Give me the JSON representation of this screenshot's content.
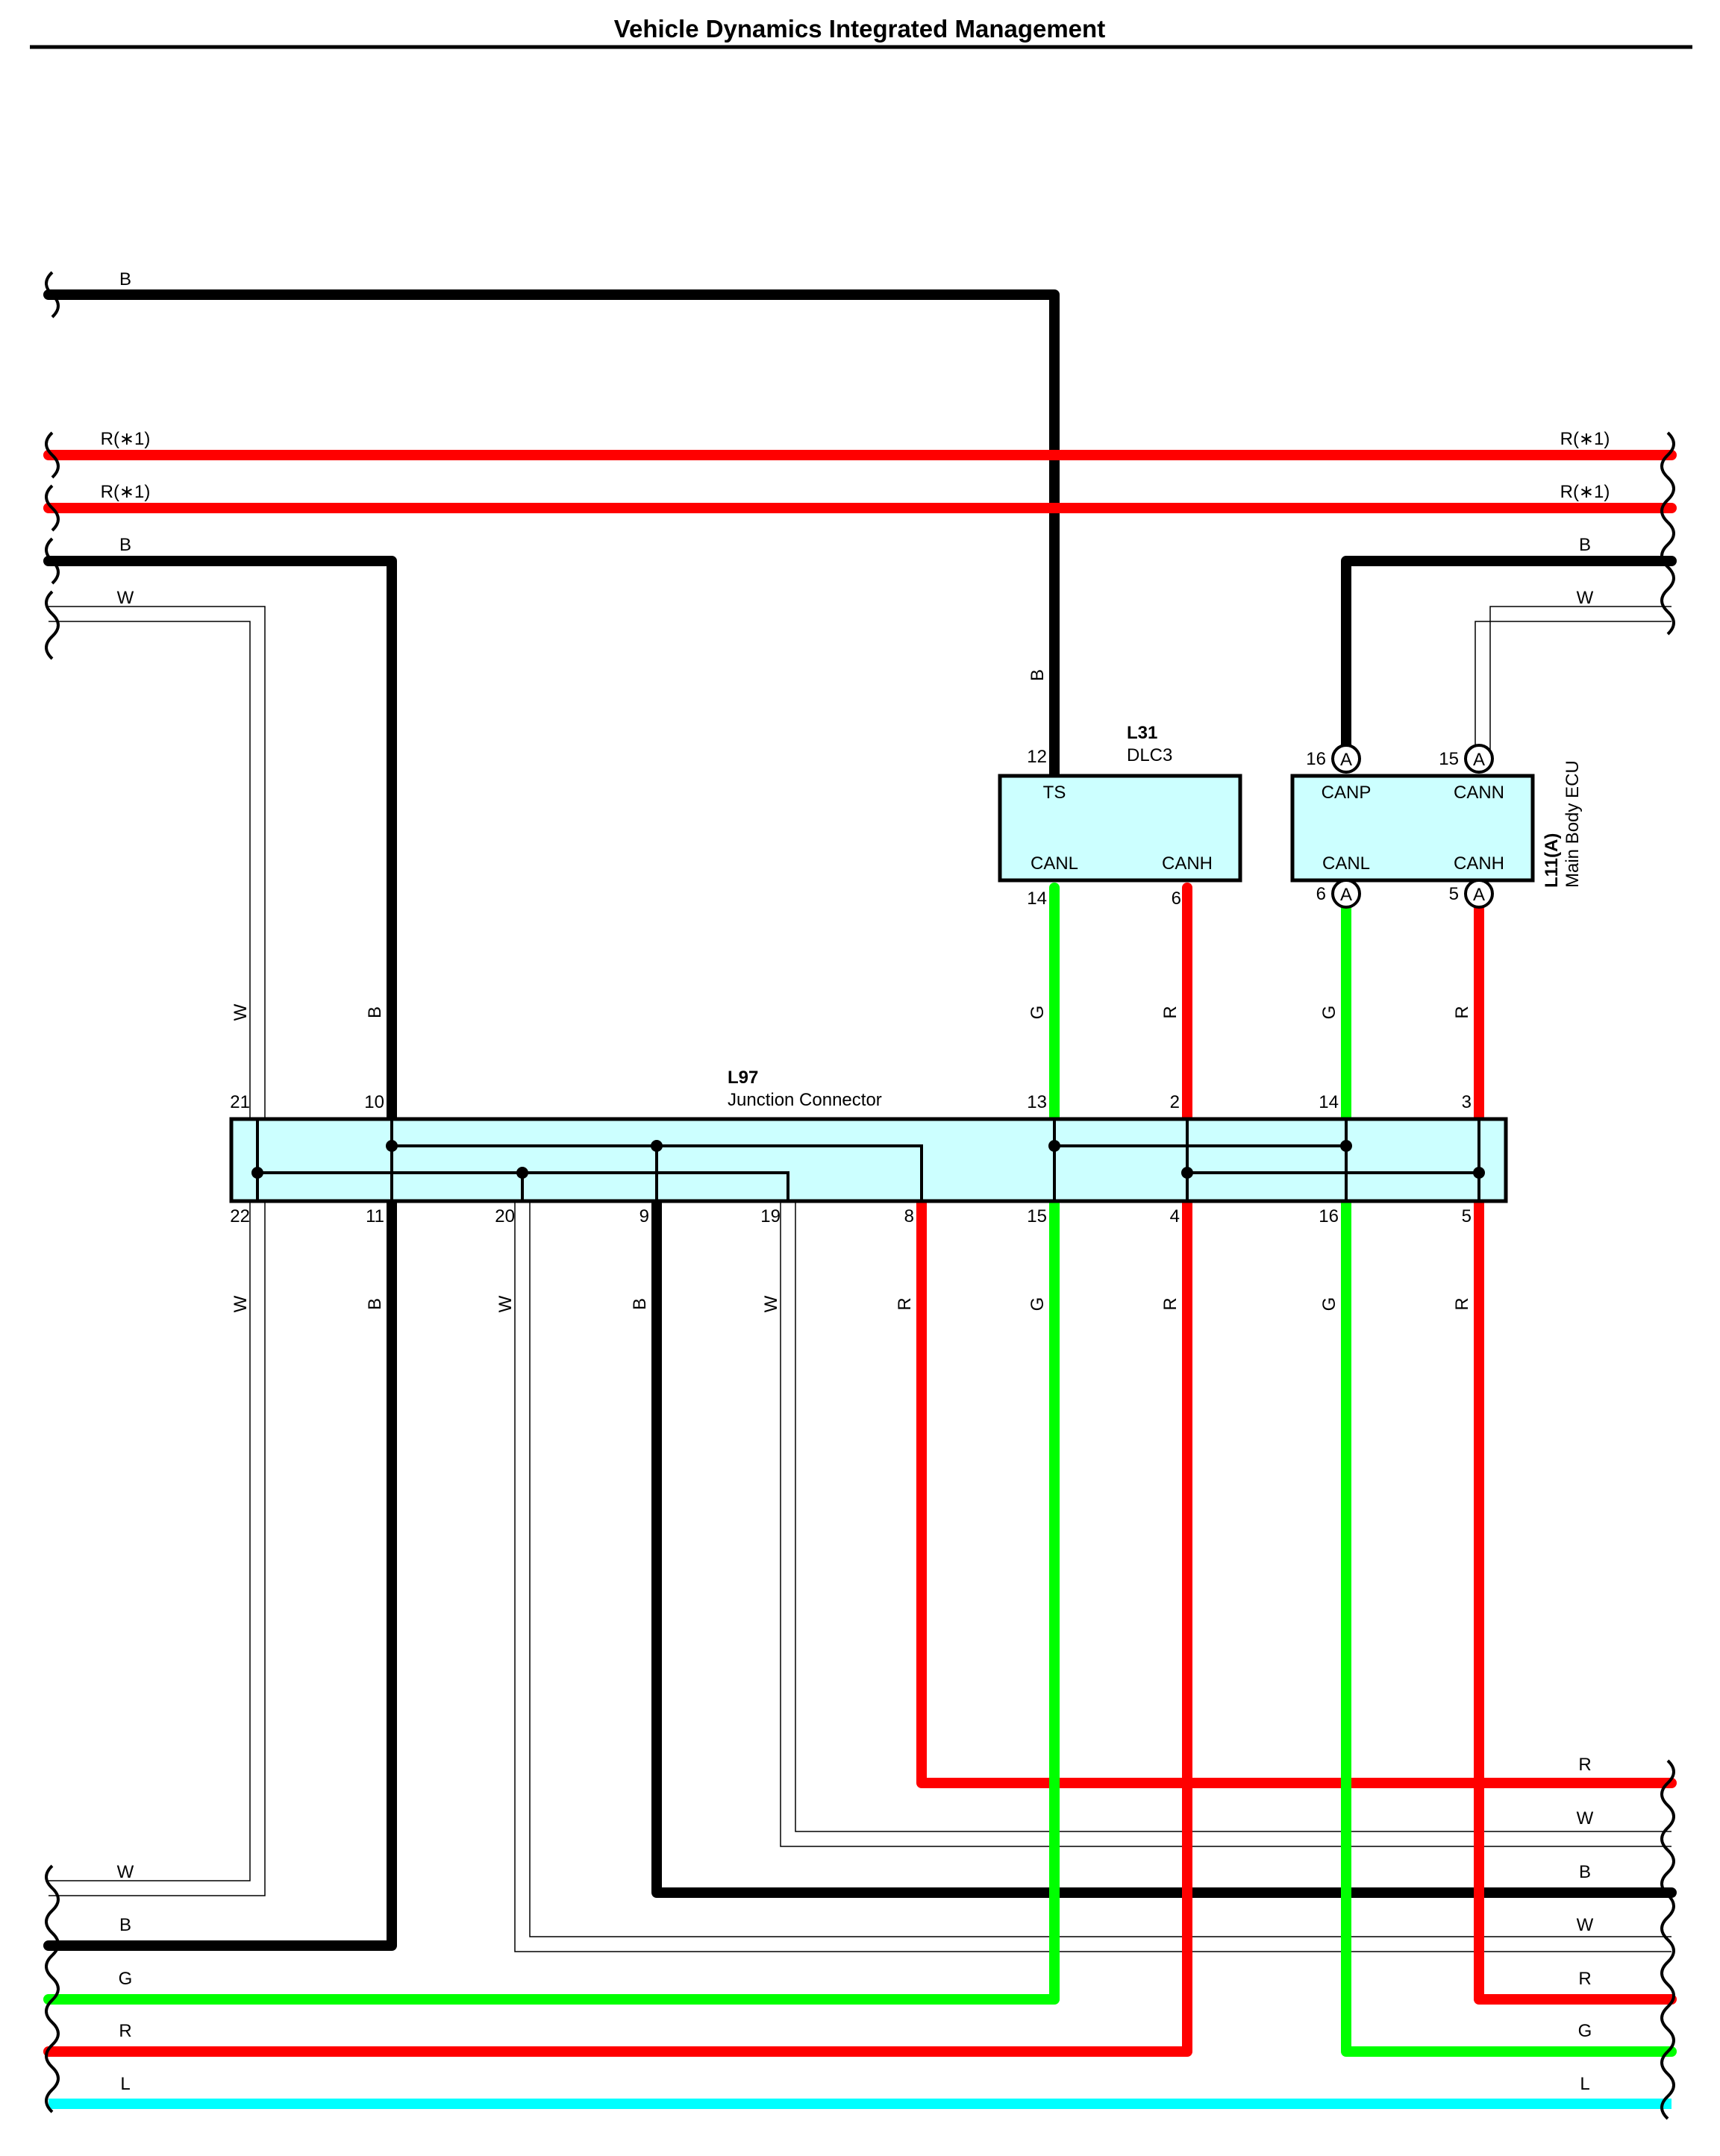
{
  "title": "Vehicle Dynamics Integrated Management",
  "colors": {
    "B": "#000000",
    "R": "#ff0000",
    "G": "#00ff00",
    "W": "#ffffff",
    "L": "#00ffff",
    "box_fill": "#ccffff"
  },
  "wire_codes": {
    "B": "B",
    "R": "R",
    "R1": "R(∗1)",
    "G": "G",
    "W": "W",
    "L": "L"
  },
  "components": {
    "dlc3": {
      "ref": "L31",
      "name": "DLC3",
      "terminals": {
        "ts": "TS",
        "canl": "CANL",
        "canh": "CANH"
      },
      "pins": {
        "ts": "12",
        "canl": "14",
        "canh": "6"
      }
    },
    "main_body_ecu": {
      "ref": "L11(A)",
      "name": "Main Body ECU",
      "connector": "A",
      "terminals": {
        "canp": "CANP",
        "cann": "CANN",
        "canl": "CANL",
        "canh": "CANH"
      },
      "pins": {
        "canp": "16",
        "cann": "15",
        "canl": "6",
        "canh": "5"
      }
    },
    "junction": {
      "ref": "L97",
      "name": "Junction Connector",
      "top_pins": [
        "21",
        "10",
        "13",
        "2",
        "14",
        "3"
      ],
      "bottom_pins": [
        "22",
        "11",
        "20",
        "9",
        "19",
        "8",
        "15",
        "4",
        "16",
        "5"
      ]
    }
  }
}
